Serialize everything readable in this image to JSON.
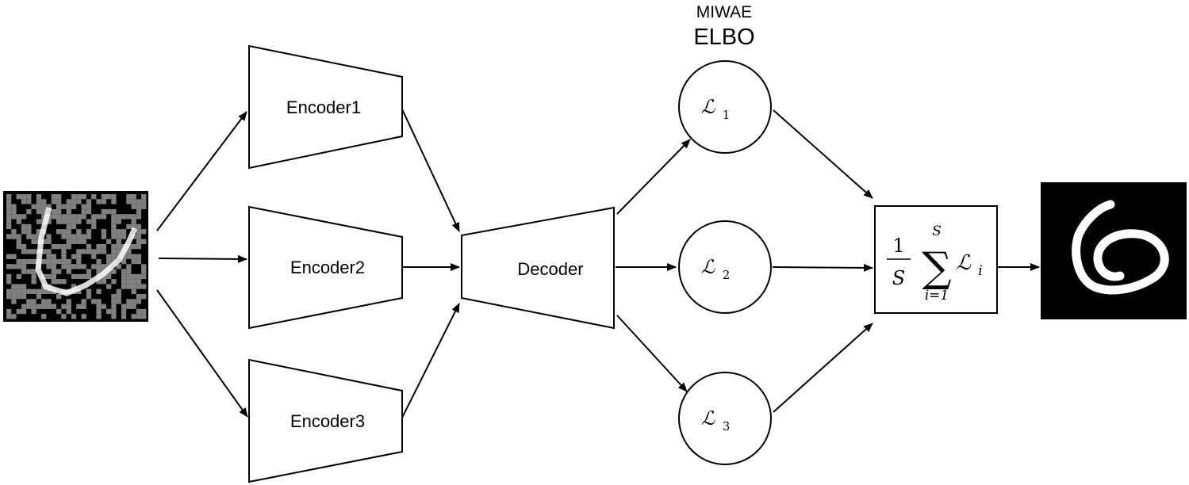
{
  "header": {
    "line1": "MIWAE",
    "line2": "ELBO"
  },
  "nodes": {
    "encoder1": "Encoder1",
    "encoder2": "Encoder2",
    "encoder3": "Encoder3",
    "decoder": "Decoder",
    "loss1": {
      "symbol": "ℒ",
      "sub": "1"
    },
    "loss2": {
      "symbol": "ℒ",
      "sub": "2"
    },
    "loss3": {
      "symbol": "ℒ",
      "sub": "3"
    },
    "aggregate": {
      "numerator": "1",
      "denominator": "S",
      "sigma": "∑",
      "upper": "S",
      "lower": "i=1",
      "term": "ℒ",
      "term_sub": "i"
    }
  },
  "images": {
    "input": {
      "description_icon": "noisy-digit-image",
      "bg": "#000000",
      "pixel": "#808080",
      "stroke": "#ffffff"
    },
    "output": {
      "description_icon": "reconstructed-digit-image",
      "bg": "#000000",
      "stroke": "#ffffff"
    }
  }
}
